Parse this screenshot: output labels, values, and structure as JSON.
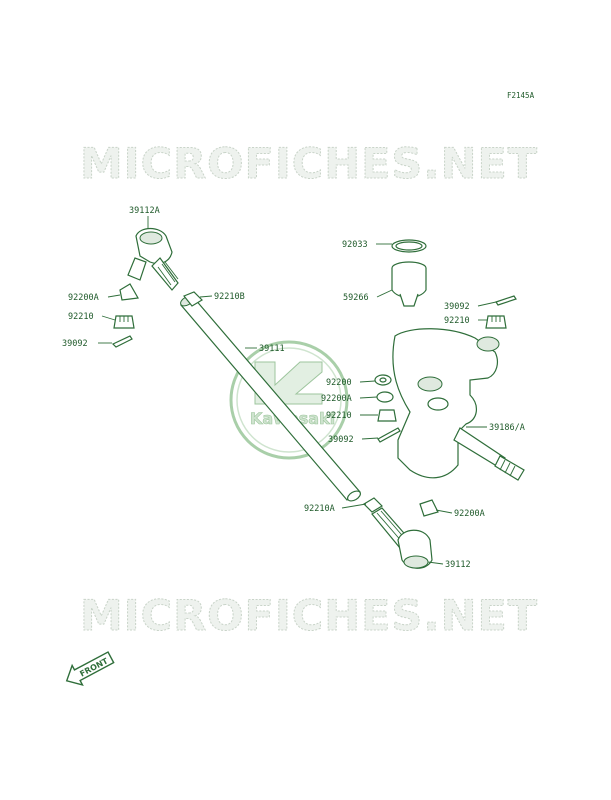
{
  "figure_code": "F2145A",
  "watermark": "MICROFICHES.NET",
  "logo_text": "Kawasaki",
  "front_arrow_label": "FRONT",
  "colors": {
    "line": "#2f6e3a",
    "label": "#1f5a2a",
    "watermark": "#c9d4c9",
    "logo": "#9dc59d"
  },
  "labels": {
    "p39112A": "39112A",
    "p92200A_left": "92200A",
    "p92210_left": "92210",
    "p39092_left": "39092",
    "p92210B": "92210B",
    "p39111": "39111",
    "p92033": "92033",
    "p59266": "59266",
    "p39092_right": "39092",
    "p92210_right": "92210",
    "p92200": "92200",
    "p92200A_mid": "92200A",
    "p92210_mid": "92210",
    "p39092_mid": "39092",
    "p39186A": "39186/A",
    "p92210A": "92210A",
    "p92200A_lower": "92200A",
    "p39112": "39112"
  }
}
